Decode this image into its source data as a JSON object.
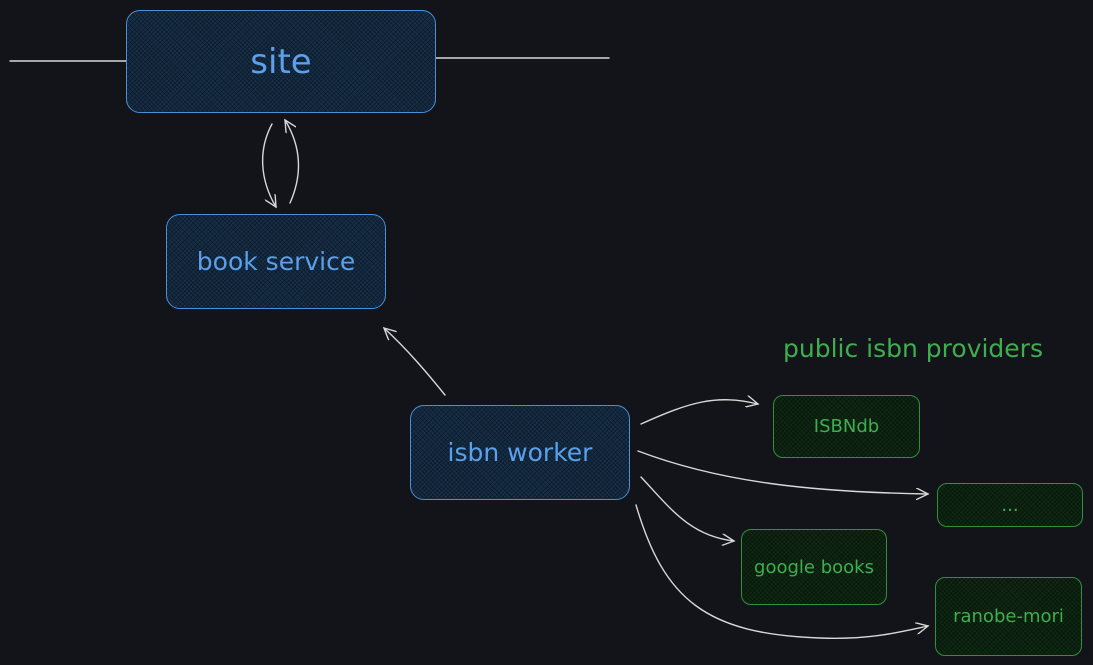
{
  "nodes": {
    "site": "site",
    "book_service": "book service",
    "isbn_worker": "isbn worker",
    "isbndb": "ISBNdb",
    "more": "...",
    "google_books": "google books",
    "ranobe_mori": "ranobe-mori"
  },
  "group_label": "public isbn providers",
  "colors": {
    "background": "#121419",
    "internal_stroke": "#4a90d9",
    "internal_text": "#5aa0ea",
    "provider_stroke": "#2f8f3e",
    "provider_text": "#3fae4f",
    "connector": "#d8d8d8"
  }
}
